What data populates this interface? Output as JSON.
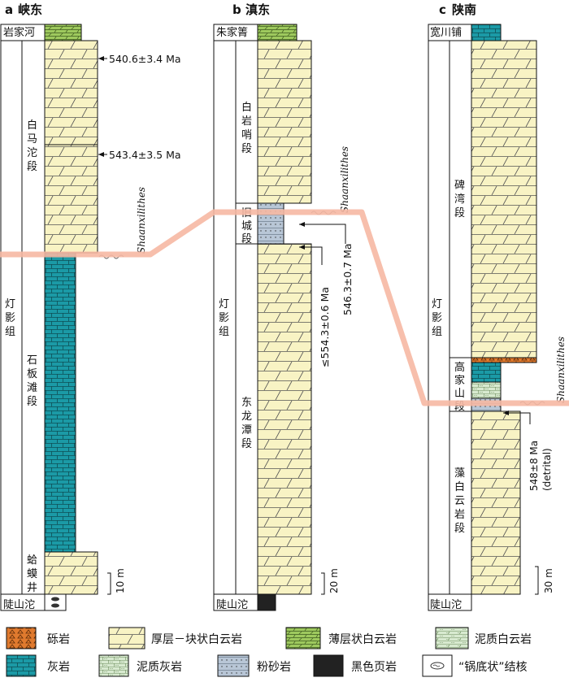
{
  "colors": {
    "dolomite": "#f8f3c4",
    "thin_dolomite": "#9ec95e",
    "limestone": "#1b9aa6",
    "silt": "#b8c6d6",
    "conglomerate": "#e07a2e",
    "marl": "#d8ead0",
    "shale": "#222222",
    "correlation": "#f6b8a3"
  },
  "sections": {
    "a": {
      "letter": "a",
      "name": "峡东",
      "top_unit": "岩家河",
      "bottom_unit": "陡山沱",
      "group": [
        "灯",
        "影",
        "组"
      ],
      "members": [
        [
          "白",
          "马",
          "沱",
          "段"
        ],
        [
          "石",
          "板",
          "滩",
          "段"
        ],
        [
          "蛤",
          "蟆",
          "井"
        ]
      ],
      "ages": [
        "540.6±3.4 Ma",
        "543.4±3.5 Ma"
      ],
      "scale": "10 m",
      "fossil": "Shaanxilithes"
    },
    "b": {
      "letter": "b",
      "name": "滇东",
      "top_unit": "朱家箐",
      "bottom_unit": "陡山沱",
      "group": [
        "灯",
        "影",
        "组"
      ],
      "members": [
        [
          "白",
          "岩",
          "哨",
          "段"
        ],
        [
          "旧",
          "城",
          "段"
        ],
        [
          "东",
          "龙",
          "潭",
          "段"
        ]
      ],
      "ages": [
        "≤554.3±0.6 Ma",
        "546.3±0.7 Ma"
      ],
      "scale": "20 m",
      "fossil": "Shaanxilithes"
    },
    "c": {
      "letter": "c",
      "name": "陕南",
      "top_unit": "宽川铺",
      "bottom_unit": "陡山沱",
      "group": [
        "灯",
        "影",
        "组"
      ],
      "members": [
        [
          "碑",
          "湾",
          "段"
        ],
        [
          "高",
          "家",
          "山",
          "段"
        ],
        [
          "藻",
          "白",
          "云",
          "岩",
          "段"
        ]
      ],
      "ages": [
        "548±8 Ma",
        "(detrital)"
      ],
      "scale": "30 m",
      "fossil": "Shaanxilithes"
    }
  },
  "legend": [
    {
      "key": "conglomerate",
      "label": "砾岩"
    },
    {
      "key": "dolomite",
      "label": "厚层－块状白云岩"
    },
    {
      "key": "thin_dolomite",
      "label": "薄层状白云岩"
    },
    {
      "key": "argillaceous_dolomite",
      "label": "泥质白云岩"
    },
    {
      "key": "limestone",
      "label": "灰岩"
    },
    {
      "key": "argillaceous_limestone",
      "label": "泥质灰岩"
    },
    {
      "key": "siltstone",
      "label": "粉砂岩"
    },
    {
      "key": "black_shale",
      "label": "黑色页岩"
    },
    {
      "key": "pot_nodule",
      "label": "“锅底状”结核"
    }
  ]
}
